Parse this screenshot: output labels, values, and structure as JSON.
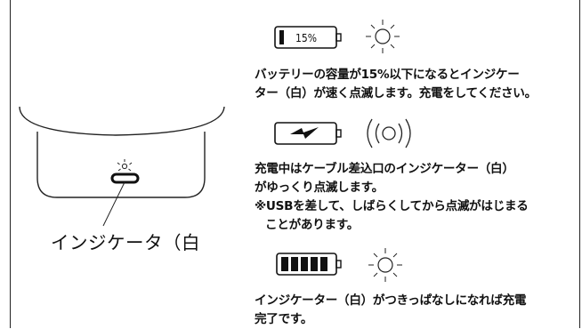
{
  "callout": {
    "label": "インジケータ（白"
  },
  "sections": [
    {
      "battery_level_label": "15%",
      "lines": [
        "バッテリーの容量が15%以下になるとインジケー",
        "ター（白）が速く点滅します。充電をしてください。"
      ]
    },
    {
      "lines": [
        "充電中はケーブル差込口のインジケーター（白）",
        "がゆっくり点滅します。",
        "※USBを差して、しばらくしてから点滅がはじまる",
        "ことがあります。"
      ]
    },
    {
      "lines": [
        "インジケーター（白）がつきっぱなしになれば充電",
        "完了です。"
      ]
    }
  ],
  "colors": {
    "ink": "#111111",
    "line": "#222222",
    "background": "#ffffff"
  },
  "icons": [
    "battery-low-icon",
    "light-blinking-icon",
    "battery-charging-icon",
    "light-pulsing-icon",
    "battery-full-icon",
    "light-steady-icon",
    "indicator-led-icon"
  ]
}
